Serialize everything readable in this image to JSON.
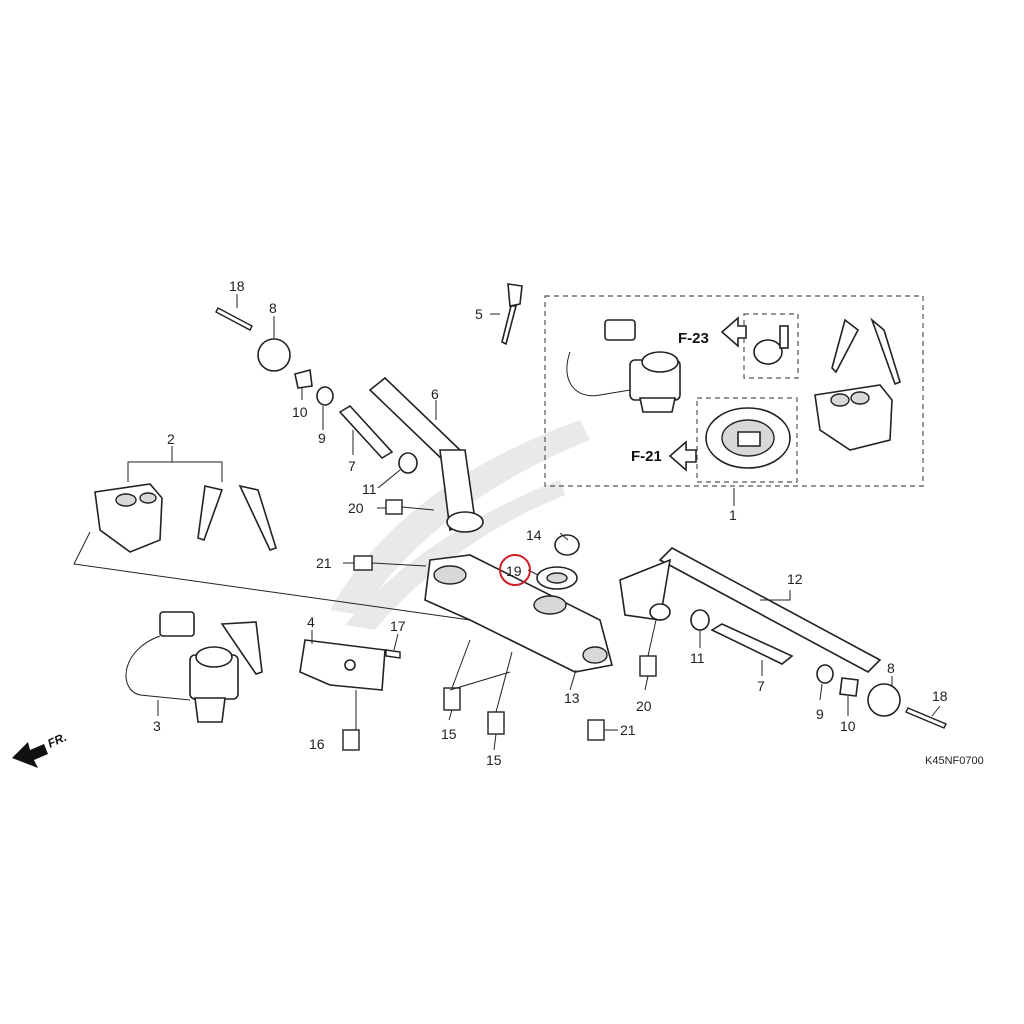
{
  "diagram": {
    "code": "K45NF0700",
    "front_marker": "FR.",
    "highlight_color": "#d0202a",
    "highlighted_callout": "19",
    "references": [
      {
        "id": "ref-f23",
        "label": "F-23"
      },
      {
        "id": "ref-f21",
        "label": "F-21"
      }
    ],
    "callouts": [
      {
        "id": "c1",
        "label": "1"
      },
      {
        "id": "c2",
        "label": "2"
      },
      {
        "id": "c3",
        "label": "3"
      },
      {
        "id": "c4",
        "label": "4"
      },
      {
        "id": "c5",
        "label": "5"
      },
      {
        "id": "c6",
        "label": "6"
      },
      {
        "id": "c7a",
        "label": "7"
      },
      {
        "id": "c7b",
        "label": "7"
      },
      {
        "id": "c8a",
        "label": "8"
      },
      {
        "id": "c8b",
        "label": "8"
      },
      {
        "id": "c9a",
        "label": "9"
      },
      {
        "id": "c9b",
        "label": "9"
      },
      {
        "id": "c10a",
        "label": "10"
      },
      {
        "id": "c10b",
        "label": "10"
      },
      {
        "id": "c11a",
        "label": "11"
      },
      {
        "id": "c11b",
        "label": "11"
      },
      {
        "id": "c12",
        "label": "12"
      },
      {
        "id": "c13",
        "label": "13"
      },
      {
        "id": "c14",
        "label": "14"
      },
      {
        "id": "c15a",
        "label": "15"
      },
      {
        "id": "c15b",
        "label": "15"
      },
      {
        "id": "c16",
        "label": "16"
      },
      {
        "id": "c17",
        "label": "17"
      },
      {
        "id": "c18a",
        "label": "18"
      },
      {
        "id": "c18b",
        "label": "18"
      },
      {
        "id": "c19",
        "label": "19"
      },
      {
        "id": "c20a",
        "label": "20"
      },
      {
        "id": "c20b",
        "label": "20"
      },
      {
        "id": "c21a",
        "label": "21"
      },
      {
        "id": "c21b",
        "label": "21"
      }
    ]
  }
}
